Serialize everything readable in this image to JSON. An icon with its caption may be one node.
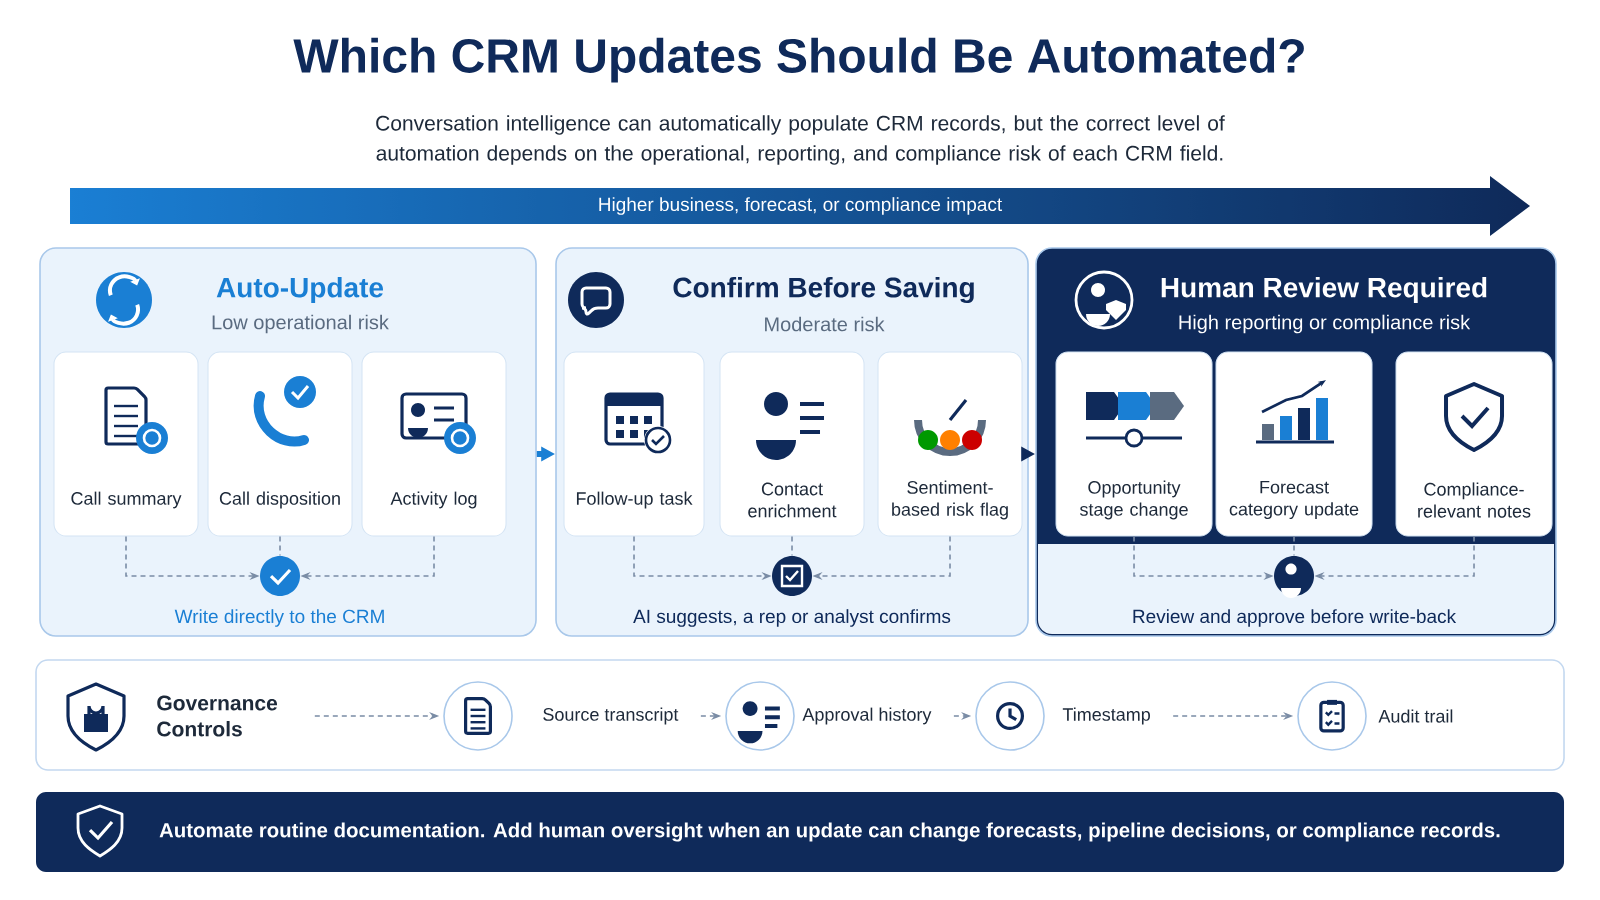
{
  "diagram": {
    "title": "Which CRM Updates Should Be Automated?",
    "nodes": [
      {
        "text": [
          "Auto-Update",
          "Low operational risk"
        ]
      },
      {
        "text": [
          "Call summary"
        ],
        "in": 0
      },
      {
        "text": [
          "Call disposition"
        ],
        "in": 0
      },
      {
        "text": [
          "Activity log"
        ],
        "in": 0
      },
      {
        "text": [],
        "shape": "circle",
        "in": 0,
        "beside": [
          "Write directly to the CRM"
        ]
      },
      {
        "text": [
          "Confirm Before Saving",
          "Moderate risk"
        ]
      },
      {
        "text": [
          "Follow-up task"
        ],
        "in": 5
      },
      {
        "text": [
          "Contact enrichment"
        ],
        "in": 5
      },
      {
        "text": [
          "Sentiment-based risk flag"
        ],
        "in": 5
      },
      {
        "text": [],
        "shape": "circle",
        "in": 5,
        "beside": [
          "AI suggests, a rep or analyst confirms"
        ]
      },
      {
        "text": [
          "Human Review Required",
          "High reporting or compliance risk"
        ]
      },
      {
        "text": [
          "Opportunity stage change"
        ],
        "in": 10
      },
      {
        "text": [
          "Forecast category update"
        ],
        "in": 10
      },
      {
        "text": [
          "Compliance-relevant notes"
        ],
        "in": 10
      },
      {
        "text": [],
        "shape": "circle",
        "in": 10,
        "beside": [
          "Review and approve before write-back"
        ]
      },
      {
        "text": [
          "Governance Controls"
        ]
      },
      {
        "text": [],
        "shape": "circle",
        "beside": [
          "Source transcript"
        ]
      },
      {
        "text": [],
        "shape": "circle",
        "beside": [
          "Approval history"
        ]
      },
      {
        "text": [],
        "shape": "circle",
        "beside": [
          "Timestamp"
        ]
      },
      {
        "text": [],
        "shape": "circle",
        "beside": [
          "Audit trail"
        ]
      }
    ],
    "edges": [
      {
        "from": 1,
        "to": 4,
        "arrow": "to",
        "style": "dashed"
      },
      {
        "from": 2,
        "to": 4,
        "arrow": "none",
        "style": "dashed"
      },
      {
        "from": 3,
        "to": 4,
        "arrow": "to",
        "style": "dashed"
      },
      {
        "from": 6,
        "to": 9,
        "arrow": "to",
        "style": "dashed"
      },
      {
        "from": 7,
        "to": 9,
        "arrow": "none",
        "style": "dashed"
      },
      {
        "from": 8,
        "to": 9,
        "arrow": "to",
        "style": "dashed"
      },
      {
        "from": 11,
        "to": 14,
        "arrow": "to",
        "style": "dashed"
      },
      {
        "from": 12,
        "to": 14,
        "arrow": "none",
        "style": "dashed"
      },
      {
        "from": 13,
        "to": 14,
        "arrow": "to",
        "style": "dashed"
      },
      {
        "from": 0,
        "to": 5,
        "arrow": "to",
        "style": "thick",
        "color": "#1a7fd4"
      },
      {
        "from": 5,
        "to": 10,
        "arrow": "to",
        "style": "thick",
        "color": "#0f2a5a"
      },
      {
        "from": 15,
        "to": 16,
        "arrow": "to",
        "style": "dashed"
      },
      {
        "from": 16,
        "to": 17,
        "arrow": "to",
        "style": "dashed"
      },
      {
        "from": 17,
        "to": 18,
        "arrow": "to",
        "style": "dashed"
      },
      {
        "from": 18,
        "to": 19,
        "arrow": "to",
        "style": "dashed"
      }
    ],
    "labels": [
      "Conversation intelligence can automatically populate CRM records, but the correct level of automation depends on the operational, reporting, and compliance risk of each CRM field.",
      "Higher business, forecast, or compliance impact",
      "Automate routine documentation.  Add human oversight when an update can change forecasts, pipeline decisions, or compliance records."
    ]
  }
}
